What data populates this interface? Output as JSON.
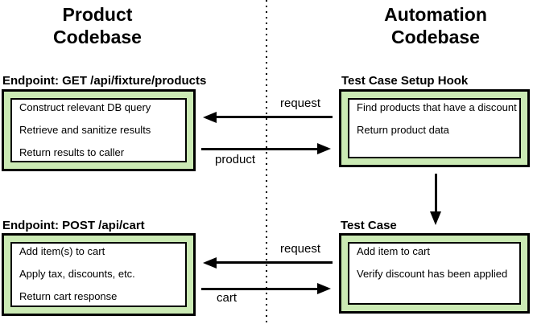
{
  "diagram": {
    "left_column_title": "Product Codebase",
    "right_column_title": "Automation Codebase",
    "groups": [
      {
        "label": "Endpoint: GET /api/fixture/products",
        "steps": [
          "Construct relevant DB query",
          "Retrieve and sanitize results",
          "Return results to caller"
        ]
      },
      {
        "label": "Test Case Setup Hook",
        "steps": [
          "Find products that have a discount",
          "Return product data"
        ]
      },
      {
        "label": "Endpoint: POST /api/cart",
        "steps": [
          "Add item(s) to cart",
          "Apply tax, discounts, etc.",
          "Return cart response"
        ]
      },
      {
        "label": "Test Case",
        "steps": [
          "Add item to cart",
          "Verify discount has been applied"
        ]
      }
    ],
    "arrows": {
      "top_request": {
        "label": "request",
        "direction": "left"
      },
      "top_product": {
        "label": "product",
        "direction": "right"
      },
      "setup_to_test": {
        "direction": "down"
      },
      "bottom_request": {
        "label": "request",
        "direction": "left"
      },
      "bottom_cart": {
        "label": "cart",
        "direction": "right"
      }
    },
    "colors": {
      "box_fill": "#cbeab4",
      "line": "#000000"
    }
  }
}
